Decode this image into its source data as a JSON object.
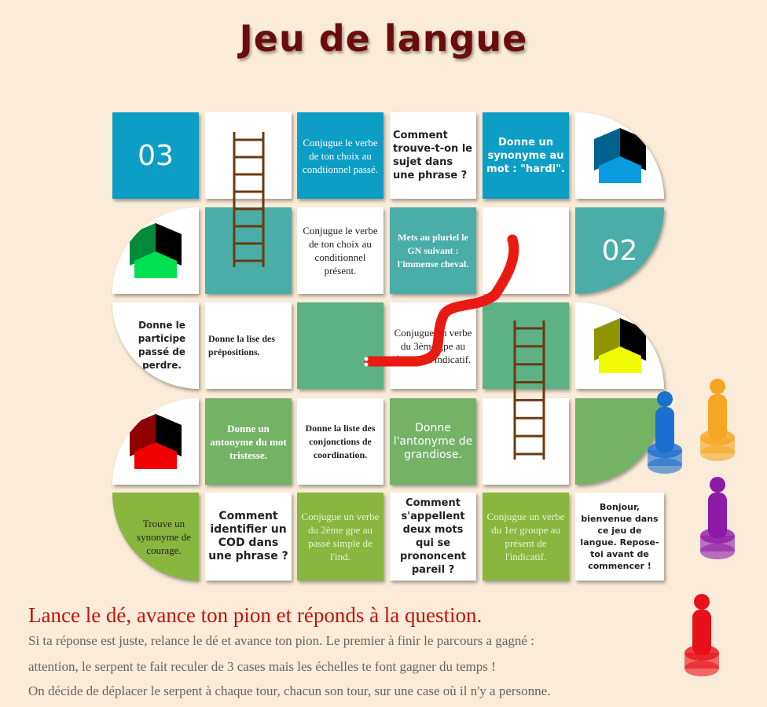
{
  "title": "Jeu de langue",
  "board": {
    "r1": [
      "03",
      "",
      "Conjugue le verbe de ton choix au condtionnel passé.",
      "Comment trouve-t-on le sujet dans une phrase ?",
      "Donne un synonyme au mot : \"hardi\".",
      ""
    ],
    "r2": [
      "",
      "",
      "Conjugue le verbe de ton choix au conditionnel présent.",
      "Mets au pluriel le GN suivant : l'immense cheval.",
      "",
      "02"
    ],
    "r3": [
      "Donne le participe passé de perdre.",
      "Donne la lise des prépositions.",
      "",
      "Conjugue un verbe du 3ème gpe au futur de l'indicatif.",
      "",
      ""
    ],
    "r4": [
      "",
      "Donne un antonyme du mot tristesse.",
      "Donne la liste des conjonctions de coordination.",
      "Donne l'antonyme de grandiose.",
      "",
      ""
    ],
    "r5": [
      "Trouve un synonyme de courage.",
      "Comment identifier un COD dans une phrase ?",
      "Conjugue un verbe du 2ème gpe au passé simple de l'ind.",
      "Comment s'appellent deux mots qui se prononcent pareil ?",
      "Conjugue un verbe du 1er groupe au présent de l'indicatif.",
      "Bonjour, bienvenue dans ce jeu de langue. Repose-toi avant de commencer !"
    ]
  },
  "pawn_colors": {
    "blue": "#1a6fd0",
    "orange": "#f5a623",
    "purple": "#8e1aa8",
    "red": "#e8101a"
  },
  "instructions": {
    "heading": "Lance le dé, avance ton pion et réponds à la question.",
    "lines": [
      "Si ta réponse est juste, relance le dé et avance ton pion. Le premier à finir le parcours a gagné :",
      "attention, le serpent te fait reculer de 3 cases mais les échelles te font gagner du temps !",
      "On décide de déplacer le serpent à chaque tour, chacun son tour, sur une case où il n'y a personne."
    ]
  }
}
